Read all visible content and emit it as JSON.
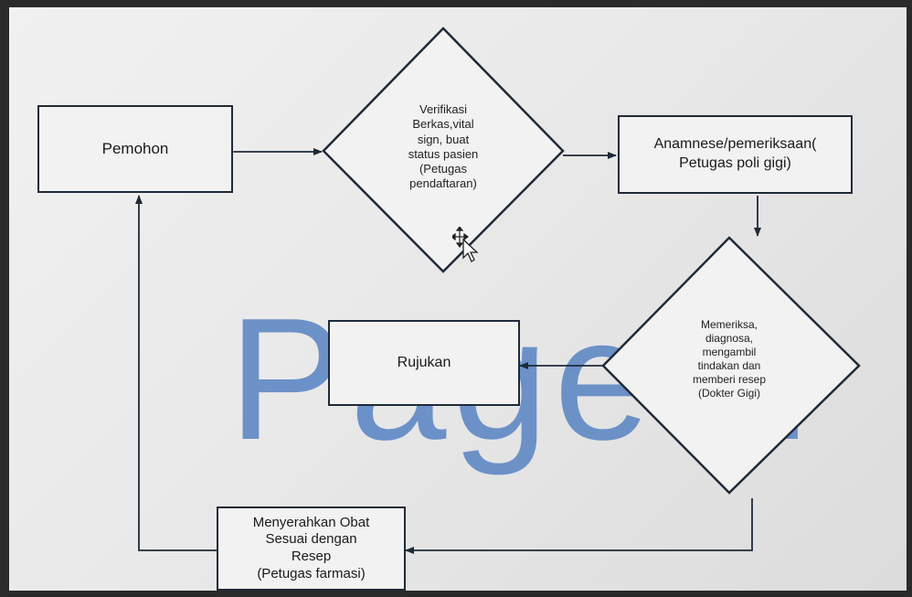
{
  "watermark": "Page 1",
  "nodes": {
    "pemohon": "Pemohon",
    "verifikasi": [
      "Verifikasi",
      "Berkas,vital",
      "sign, buat",
      "status pasien",
      "(Petugas",
      "pendaftaran)"
    ],
    "anamnese": [
      "Anamnese/pemeriksaan(",
      "Petugas poli gigi)"
    ],
    "memeriksa": [
      "Memeriksa,",
      "diagnosa,",
      "mengambil",
      "tindakan dan",
      "memberi resep",
      "(Dokter Gigi)"
    ],
    "rujukan": "Rujukan",
    "farmasi": [
      "Menyerahkan Obat",
      "Sesuai dengan",
      "Resep",
      "(Petugas farmasi)"
    ]
  },
  "colors": {
    "stroke": "#1f2a38",
    "watermark": "#5b86c4"
  }
}
